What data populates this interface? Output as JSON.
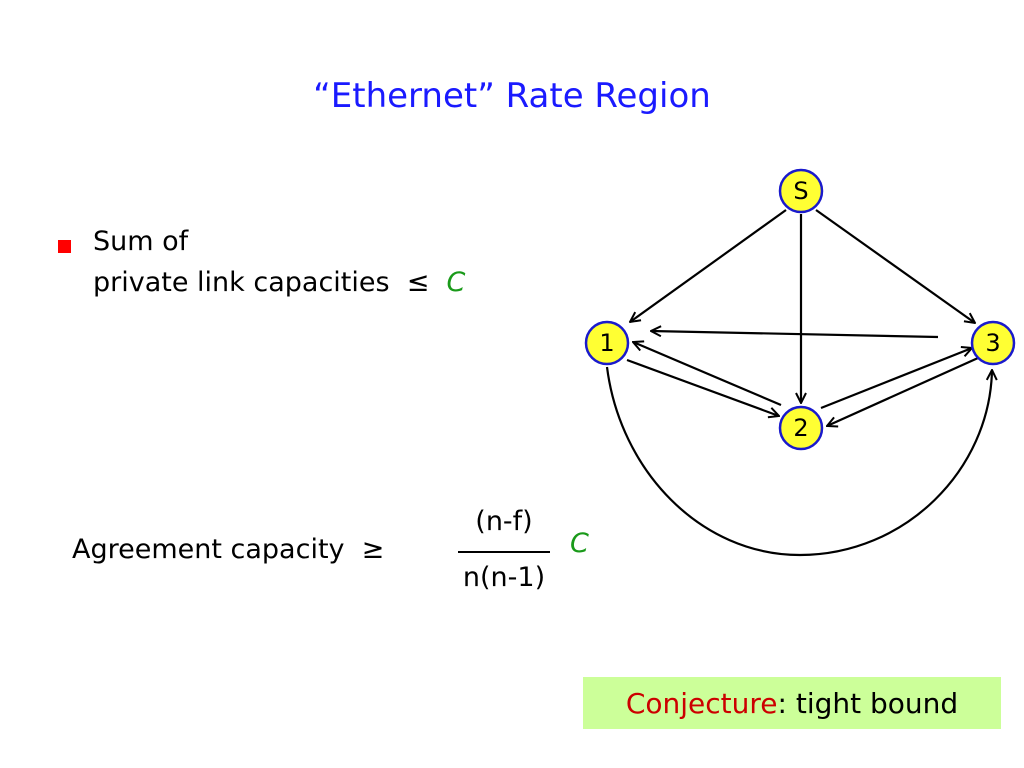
{
  "slide": {
    "title": "“Ethernet” Rate Region",
    "bullet": {
      "line1": "Sum of",
      "line2_prefix": "private link capacities  ≤  ",
      "line2_var": "C"
    },
    "agreement": {
      "label": "Agreement capacity  ≥",
      "numerator": "(n-f)",
      "denominator": "n(n-1)",
      "var": "C"
    },
    "conjecture": {
      "word": "Conjecture",
      "rest": ": tight bound"
    },
    "graph": {
      "nodes": [
        {
          "id": "S",
          "label": "S"
        },
        {
          "id": "1",
          "label": "1"
        },
        {
          "id": "2",
          "label": "2"
        },
        {
          "id": "3",
          "label": "3"
        }
      ],
      "edges": [
        {
          "from": "S",
          "to": "1"
        },
        {
          "from": "S",
          "to": "2"
        },
        {
          "from": "S",
          "to": "3"
        },
        {
          "from": "3",
          "to": "1"
        },
        {
          "from": "1",
          "to": "2"
        },
        {
          "from": "2",
          "to": "1"
        },
        {
          "from": "2",
          "to": "3"
        },
        {
          "from": "3",
          "to": "2"
        },
        {
          "from": "1",
          "to": "3"
        }
      ]
    },
    "colors": {
      "title": "#1a1aff",
      "bullet": "#ff0000",
      "variable": "#1a9a1a",
      "node_fill": "#ffff33",
      "node_stroke": "#1a1acc",
      "conjecture_bg": "#ccff99",
      "conjecture_word": "#cc0000"
    }
  }
}
